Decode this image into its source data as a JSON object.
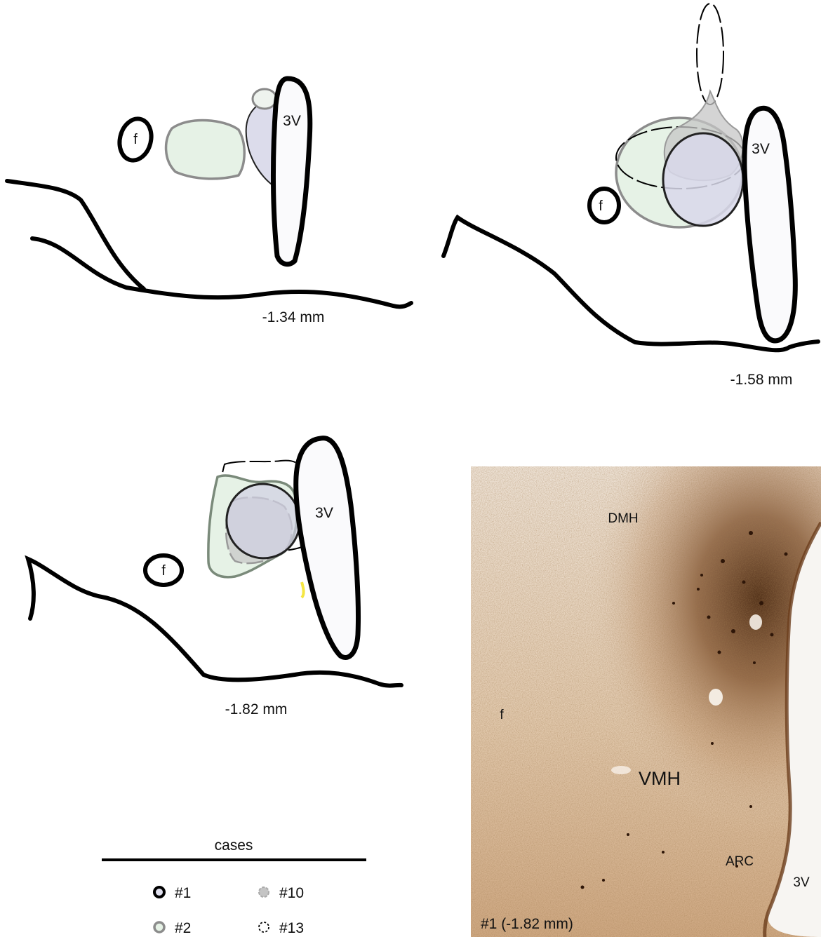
{
  "panels": [
    {
      "section_label": "-1.34 mm",
      "fornix_label": "f",
      "ventricle_label": "3V"
    },
    {
      "section_label": "-1.58 mm",
      "fornix_label": "f",
      "ventricle_label": "3V"
    },
    {
      "section_label": "-1.82 mm",
      "fornix_label": "f",
      "ventricle_label": "3V"
    }
  ],
  "legend": {
    "title": "cases",
    "items": [
      {
        "label": "#1",
        "style": "thick black outline"
      },
      {
        "label": "#10",
        "style": "gray fill, dashed outline"
      },
      {
        "label": "#2",
        "style": "gray outline"
      },
      {
        "label": "#13",
        "style": "dashed outline"
      }
    ]
  },
  "photo": {
    "labels": {
      "dmh": "DMH",
      "f": "f",
      "vmh": "VMH",
      "arc": "ARC",
      "v3": "3V"
    },
    "caption": "#1 (-1.82 mm)"
  },
  "colors": {
    "case1_fill": "#dcdceb",
    "case2_fill": "#e6f2e6",
    "case10_fill": "#c8c8c8",
    "stain_dark": "#5a3318",
    "stain_light": "#f1e6da"
  }
}
